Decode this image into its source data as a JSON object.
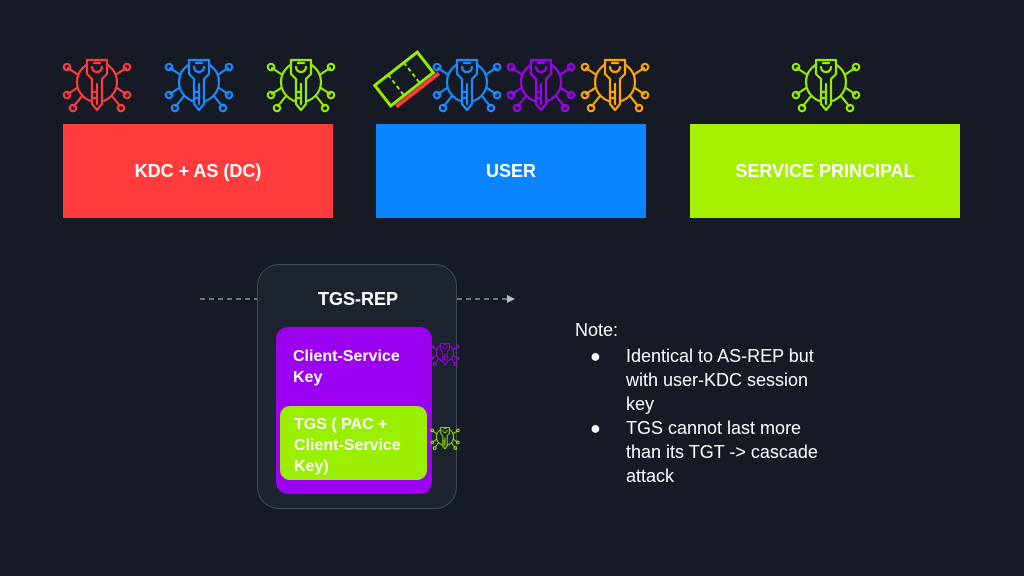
{
  "colors": {
    "background": "#151a25",
    "kdc": "#ff3b3b",
    "user": "#0a84ff",
    "service": "#a4f000",
    "packet_inner": "#9b00f0",
    "ticket": "#9aee00",
    "icon_red": "#ff3b3b",
    "icon_blue": "#1a8cff",
    "icon_green": "#98ec00",
    "icon_purple": "#a000f0",
    "icon_orange": "#ffa700"
  },
  "icons": [
    {
      "name": "kdc-key-icon",
      "color": "#ff3b3b"
    },
    {
      "name": "user-key-icon",
      "color": "#1a8cff"
    },
    {
      "name": "service-key-icon",
      "color": "#98ec00"
    },
    {
      "name": "ticket-icon",
      "color": "#98ec00"
    },
    {
      "name": "user-key-icon",
      "color": "#1a8cff"
    },
    {
      "name": "session-key-icon",
      "color": "#a000f0"
    },
    {
      "name": "key-icon",
      "color": "#ffa700"
    },
    {
      "name": "service-key-icon",
      "color": "#98ec00"
    }
  ],
  "boxes": {
    "kdc": "KDC + AS (DC)",
    "user": "USER",
    "service": "SERVICE PRINCIPAL"
  },
  "packet": {
    "title": "TGS-REP",
    "inner_label": "Client-Service Key",
    "ticket_label": "TGS ( PAC + Client-Service Key)"
  },
  "note": {
    "title": "Note:",
    "items": [
      "Identical to AS-REP but with user-KDC session key",
      "TGS cannot last more than its TGT -> cascade attack"
    ],
    "bullet": "●"
  }
}
